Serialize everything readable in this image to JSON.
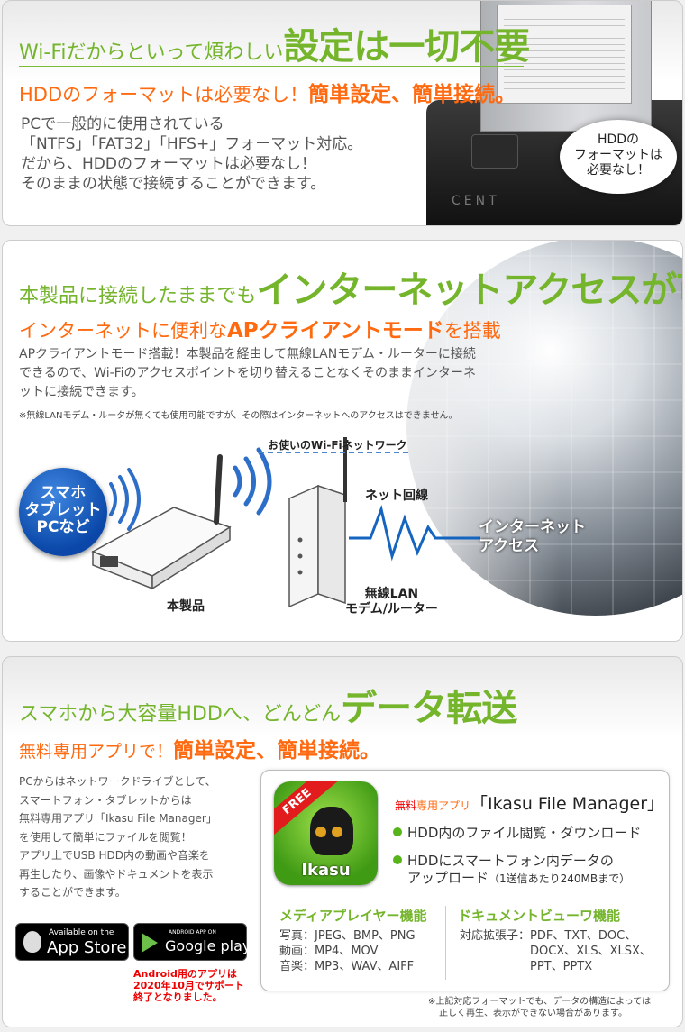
{
  "section1": {
    "heading_small": "Wi-Fiだからといって煩わしい",
    "heading_big": "設定は一切不要",
    "sub_normal": "HDDのフォーマットは必要なし！",
    "sub_bold": "簡単設定、簡単接続。",
    "body": [
      "PCで一般的に使用されている",
      "「NTFS」「FAT32」「HFS+」フォーマット対応。",
      "だから、HDDのフォーマットは必要なし！",
      "そのままの状態で接続することができます。"
    ],
    "bubble": [
      "HDDの",
      "フォーマットは",
      "必要なし！"
    ],
    "device_brand": "CENT"
  },
  "section2": {
    "heading_small": "本製品に接続したままでも",
    "heading_big": "インターネットアクセスが可能",
    "sub_normal_1": "インターネットに便利な",
    "sub_bold": "APクライアントモード",
    "sub_normal_2": "を搭載",
    "body": [
      "APクライアントモード搭載！本製品を経由して無線LANモデム・ルーターに接続",
      "できるので、Wi-Fiのアクセスポイントを切り替えることなくそのままインターネ",
      "ットに接続できます。"
    ],
    "note": "※無線LANモデム・ルータが無くても使用可能ですが、その際はインターネットへのアクセスはできません。",
    "badge": [
      "スマホ",
      "タブレット",
      "PCなど"
    ],
    "wifi_network_label": "お使いのWi-Fiネットワーク",
    "product_label": "本製品",
    "line_label": "ネット回線",
    "router_label": [
      "無線LAN",
      "モデム/ルーター"
    ],
    "internet_label": [
      "インターネット",
      "アクセス"
    ]
  },
  "section3": {
    "heading_small": "スマホから大容量HDDへ、どんどん",
    "heading_big": "データ転送",
    "sub_normal": "無料専用アプリで！",
    "sub_bold": "簡単設定、簡単接続。",
    "body": [
      "PCからはネットワークドライブとして、",
      "スマートフォン・タブレットからは",
      "無料専用アプリ「Ikasu File Manager」",
      "を使用して簡単にファイルを閲覧！",
      "アプリ上でUSB HDD内の動画や音楽を",
      "再生したり、画像やドキュメントを表示",
      "することができます。"
    ],
    "app": {
      "ribbon": "FREE",
      "icon_text": "Ikasu",
      "title_free": "無料",
      "title_dedicated": "専用アプリ",
      "title_name": "「Ikasu File Manager」",
      "features": [
        "HDD内のファイル閲覧・ダウンロード",
        "HDDにスマートフォン内データの",
        "アップロード",
        "（1送信あたり240MBまで）"
      ],
      "media_title": "メディアプレイヤー機能",
      "media": [
        "写真：JPEG、BMP、PNG",
        "動画：MP4、MOV",
        "音楽：MP3、WAV、AIFF"
      ],
      "doc_title": "ドキュメントビューワ機能",
      "doc_label": "対応拡張子：",
      "doc": [
        "PDF、TXT、DOC、",
        "DOCX、XLS、XLSX、",
        "PPT、PPTX"
      ]
    },
    "appstore": {
      "small": "Available on the",
      "big": "App Store"
    },
    "googleplay": {
      "small": "ANDROID APP ON",
      "big": "Google play"
    },
    "android_note": [
      "Android用のアプリは",
      "2020年10月でサポート",
      "終了となりました。"
    ],
    "bottom_note": [
      "※上記対応フォーマットでも、データの構造によっては",
      "正しく再生、表示ができない場合があります。"
    ]
  }
}
